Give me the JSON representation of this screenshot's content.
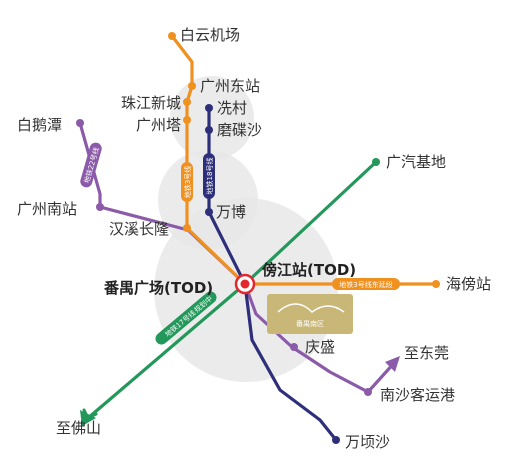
{
  "stations": {
    "baiyun_airport": "白云机场",
    "guangzhou_east": "广州东站",
    "zhujiang_new_town": "珠江新城",
    "canton_tower": "广州塔",
    "xiancun": "冼村",
    "mozisha": "磨碟沙",
    "baietan": "白鹅潭",
    "guangzhou_south": "广州南站",
    "hanxi_changlong": "汉溪长隆",
    "wanbo": "万博",
    "gac_base": "广汽基地",
    "panyu_square": "番禺广场(TOD)",
    "pangjiang": "傍江站(TOD)",
    "haipang": "海傍站",
    "qingsheng": "庆盛",
    "to_dongguan": "至东莞",
    "nansha_port": "南沙客运港",
    "to_foshan": "至佛山",
    "wanqingsha": "万顷沙"
  },
  "line_labels": {
    "metro3": "地铁3号线",
    "metro18": "地铁18号线",
    "metro22": "地铁22号线",
    "metro17": "地铁17号线",
    "metro17_note": "规划中",
    "metro3_east_ext": "地铁3号线东延段"
  },
  "logo": {
    "text": "番禺南区"
  },
  "colors": {
    "metro3": "#f0901e",
    "metro18": "#2e2f7b",
    "metro22": "#8b5aa8",
    "metro17": "#23985a",
    "hub": "#e4262d",
    "zone": "#e8e8e8",
    "logo_bg": "#c9b778"
  }
}
